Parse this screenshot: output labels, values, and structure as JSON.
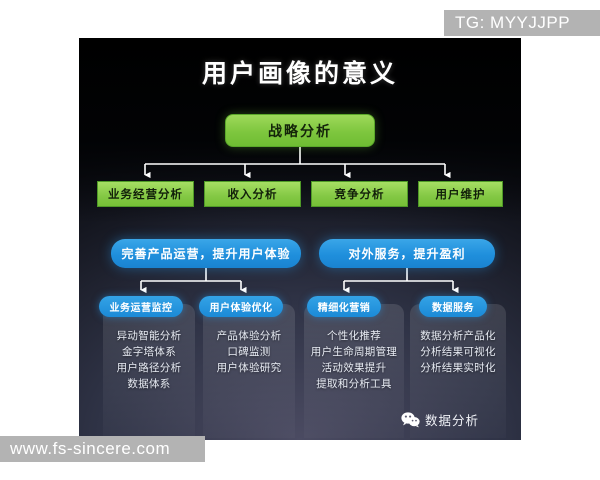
{
  "watermarks": {
    "telegram": "TG: MYYJJPP",
    "website": "www.fs-sincere.com"
  },
  "poster": {
    "title": "用户画像的意义",
    "root": {
      "label": "战略分析"
    },
    "level2": [
      {
        "label": "业务经营分析"
      },
      {
        "label": "收入分析"
      },
      {
        "label": "竞争分析"
      },
      {
        "label": "用户维护"
      }
    ],
    "level3": [
      {
        "label": "完善产品运营，提升用户体验"
      },
      {
        "label": "对外服务，提升盈利"
      }
    ],
    "columns": [
      {
        "header": "业务运营监控",
        "items": [
          "异动智能分析",
          "金字塔体系",
          "用户路径分析",
          "数据体系"
        ]
      },
      {
        "header": "用户体验优化",
        "items": [
          "产品体验分析",
          "口碑监测",
          "用户体验研究"
        ]
      },
      {
        "header": "精细化营销",
        "items": [
          "个性化推荐",
          "用户生命周期管理",
          "活动效果提升",
          "提取和分析工具"
        ]
      },
      {
        "header": "数据服务",
        "items": [
          "数据分析产品化",
          "分析结果可视化",
          "分析结果实时化"
        ]
      }
    ],
    "credit": {
      "icon": "wechat-icon",
      "label": "数据分析"
    }
  },
  "colors": {
    "green_box": "#83c844",
    "green_top": "#7ec63e",
    "blue_box": "#1f8fdc",
    "panel_dark": "#14161f",
    "watermark_bg": "#b3b3b3"
  }
}
